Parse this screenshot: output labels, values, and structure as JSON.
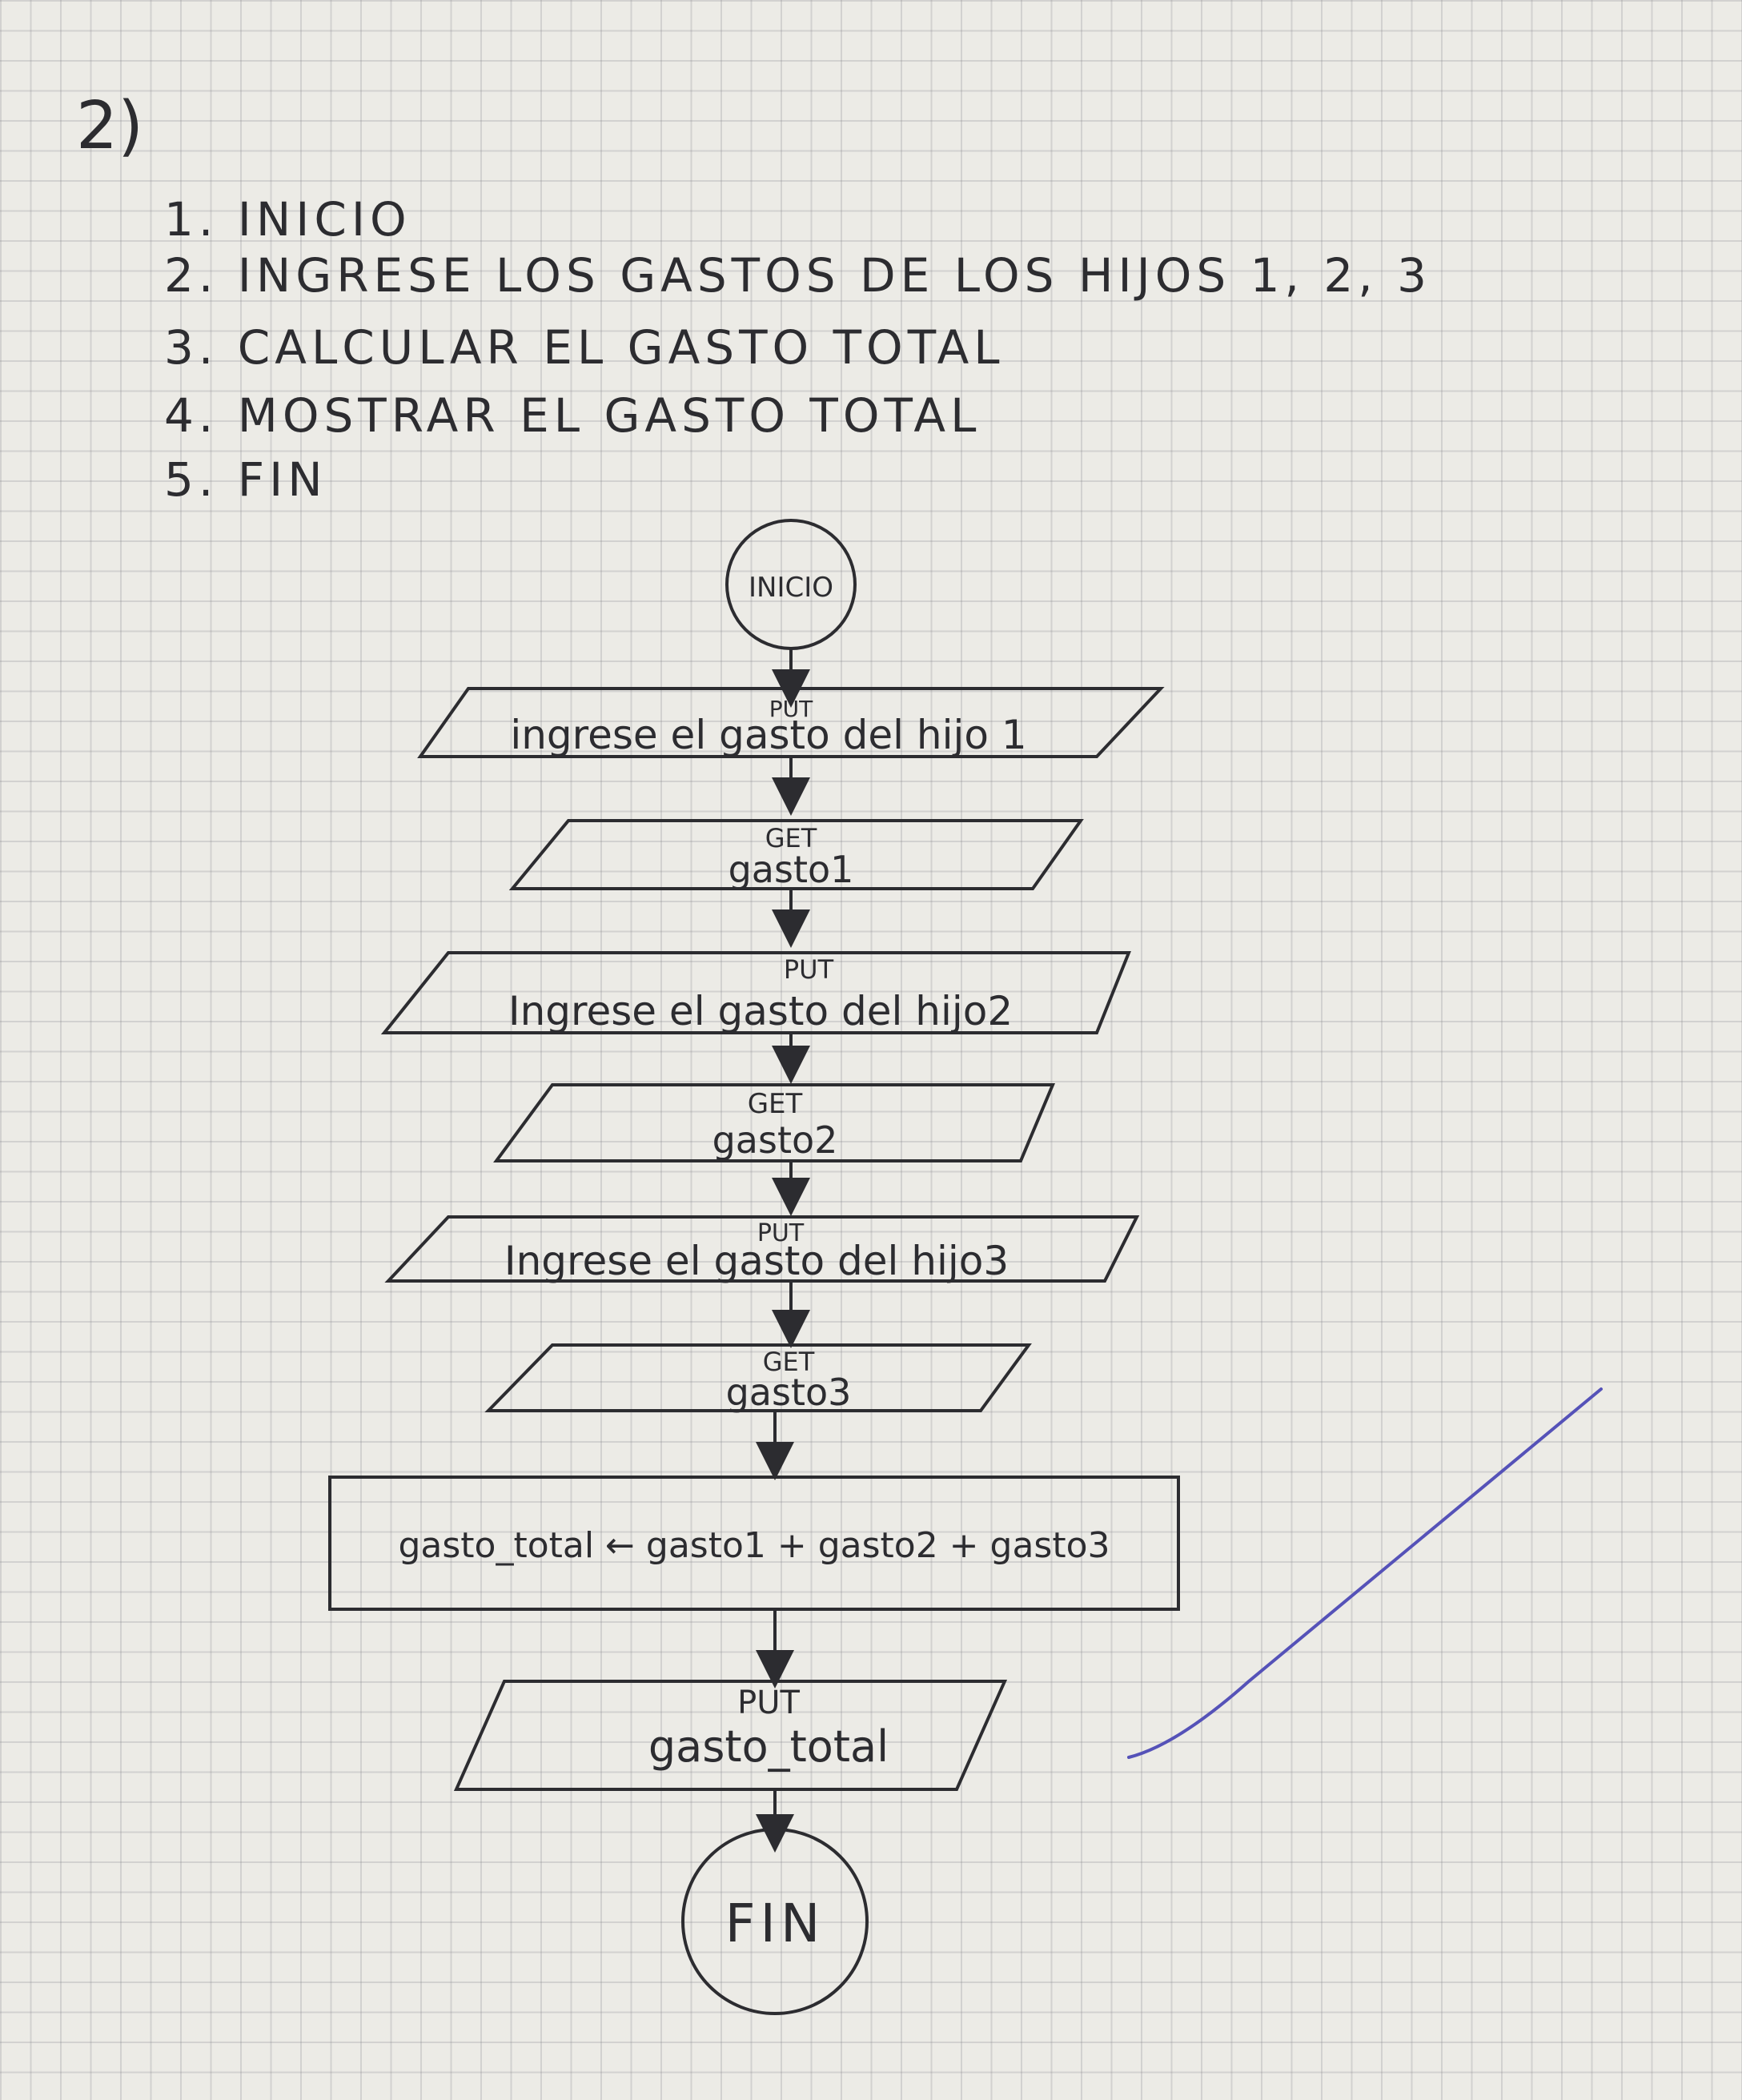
{
  "problem_number": "2)",
  "steps": [
    "1. INICIO",
    "2. INGRESE LOS GASTOS DE LOS HIJOS 1, 2, 3",
    "3. CALCULAR EL GASTO TOTAL",
    "4. MOSTRAR EL GASTO TOTAL",
    "5. FIN"
  ],
  "flowchart": {
    "start": "INICIO",
    "put1_tag": "PUT",
    "put1_text": "ingrese el gasto del hijo 1",
    "get1_tag": "GET",
    "get1_text": "gasto1",
    "put2_tag": "PUT",
    "put2_text": "Ingrese el gasto del hijo2",
    "get2_tag": "GET",
    "get2_text": "gasto2",
    "put3_tag": "PUT",
    "put3_text": "Ingrese el gasto del hijo3",
    "get3_tag": "GET",
    "get3_text": "gasto3",
    "process_text": "gasto_total ← gasto1 + gasto2 + gasto3",
    "put4_tag": "PUT",
    "put4_text": "gasto_total",
    "end": "FIN"
  },
  "colors": {
    "ink": "#2c2c30",
    "blue_pen": "#5552b8"
  }
}
